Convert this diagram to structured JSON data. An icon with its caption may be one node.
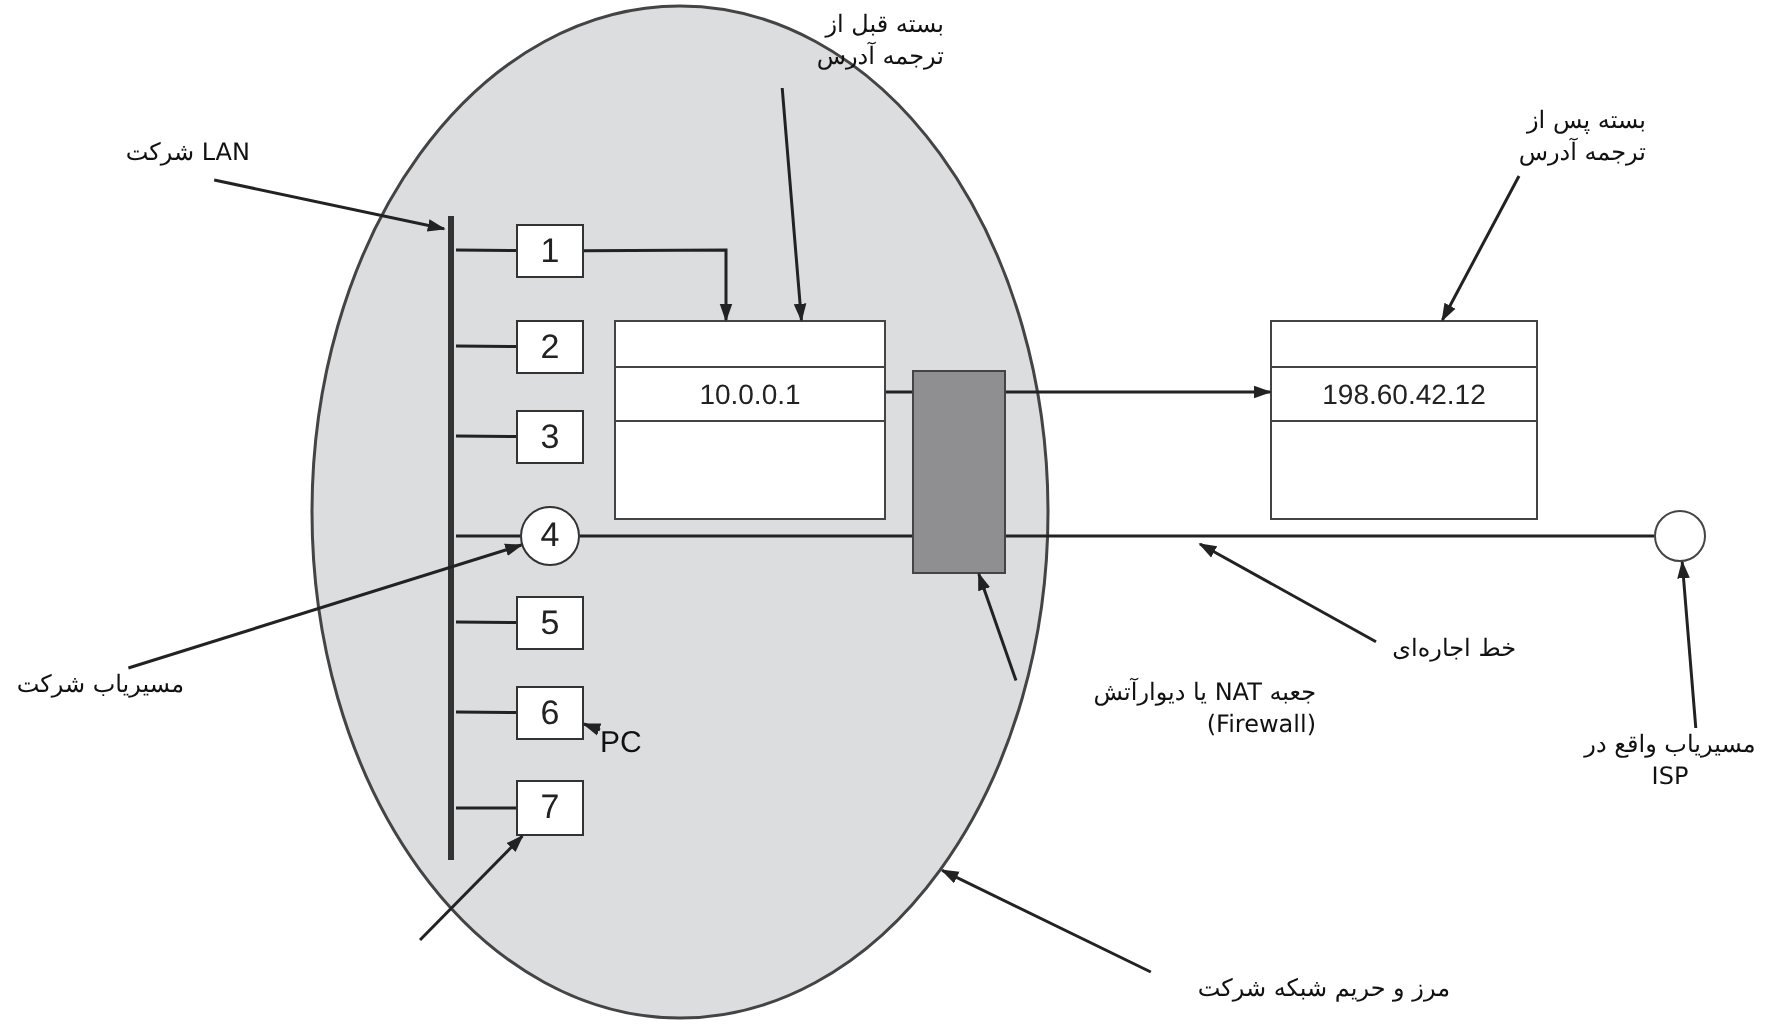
{
  "diagram": {
    "nodes": [
      {
        "text": [],
        "shape": "ellipse"
      },
      {
        "text": [],
        "shape": "bar",
        "in": 0
      },
      {
        "text": [
          "1"
        ],
        "in": 0
      },
      {
        "text": [
          "2"
        ],
        "in": 0
      },
      {
        "text": [
          "3"
        ],
        "in": 0
      },
      {
        "text": [
          "4"
        ],
        "in": 0
      },
      {
        "text": [
          "5"
        ],
        "in": 0
      },
      {
        "text": [
          "6"
        ],
        "in": 0
      },
      {
        "text": [
          "7"
        ],
        "in": 0
      },
      {
        "text": [
          "10.0.0.1"
        ],
        "in": 0
      },
      {
        "text": [],
        "shape": "box",
        "in": 0
      },
      {
        "text": [
          "198.60.42.12"
        ]
      },
      {
        "text": [],
        "shape": "circle"
      },
      {
        "text": [
          "LAN شرکت"
        ]
      },
      {
        "text": [
          "بسته قبل از ترجمه آدرس"
        ]
      },
      {
        "text": [
          "بسته پس از ترجمه آدرس"
        ]
      },
      {
        "text": [
          "مسیریاب شرکت"
        ]
      },
      {
        "text": [
          "PC"
        ],
        "in": 0
      },
      {
        "text": [
          "جعبه NAT یا دیوارآتش (Firewall)"
        ]
      },
      {
        "text": [
          "خط اجاره‌ای"
        ]
      },
      {
        "text": [
          "مسیریاب واقع در ISP"
        ]
      },
      {
        "text": [
          "مرز و حریم شبکه شرکت"
        ]
      }
    ],
    "edges": [
      {
        "from": 1,
        "to": 2,
        "arrow": "none"
      },
      {
        "from": 1,
        "to": 3,
        "arrow": "none"
      },
      {
        "from": 1,
        "to": 4,
        "arrow": "none"
      },
      {
        "from": 1,
        "to": 5,
        "arrow": "none"
      },
      {
        "from": 1,
        "to": 6,
        "arrow": "none"
      },
      {
        "from": 1,
        "to": 7,
        "arrow": "none"
      },
      {
        "from": 1,
        "to": 8,
        "arrow": "none"
      },
      {
        "from": 2,
        "to": 9,
        "arrow": "to"
      },
      {
        "from": 9,
        "to": 10,
        "arrow": "none"
      },
      {
        "from": 10,
        "to": 11,
        "arrow": "to"
      },
      {
        "from": 5,
        "to": 10,
        "arrow": "none"
      },
      {
        "from": 10,
        "to": 12,
        "arrow": "none"
      },
      {
        "from": 13,
        "to": 1,
        "arrow": "to"
      },
      {
        "from": 14,
        "to": 9,
        "arrow": "to"
      },
      {
        "from": 15,
        "to": 11,
        "arrow": "to"
      },
      {
        "from": 16,
        "to": 5,
        "arrow": "to"
      },
      {
        "from": 17,
        "to": 7,
        "arrow": "to"
      },
      {
        "from": 18,
        "to": 10,
        "arrow": "to"
      },
      {
        "from": 19,
        "to": null,
        "arrow": "to"
      },
      {
        "from": 20,
        "to": 12,
        "arrow": "to"
      },
      {
        "from": 21,
        "to": 0,
        "arrow": "to"
      },
      {
        "from": null,
        "to": 8,
        "arrow": "to"
      }
    ]
  }
}
